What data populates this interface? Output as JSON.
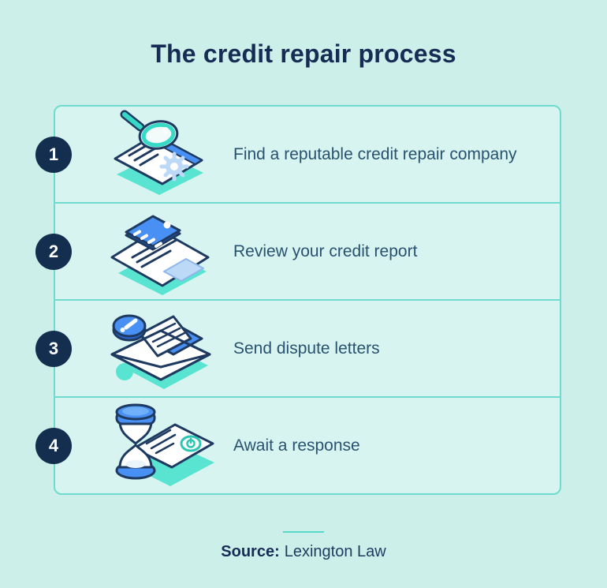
{
  "title": "The credit repair process",
  "steps": [
    {
      "number": "1",
      "label": "Find a reputable credit repair company",
      "icon": "magnifier-document-icon"
    },
    {
      "number": "2",
      "label": "Review your credit report",
      "icon": "credit-card-report-icon"
    },
    {
      "number": "3",
      "label": "Send dispute letters",
      "icon": "envelope-letter-icon"
    },
    {
      "number": "4",
      "label": "Await a response",
      "icon": "hourglass-document-icon"
    }
  ],
  "source": {
    "label": "Source:",
    "value": "Lexington Law"
  },
  "colors": {
    "background": "#cdefea",
    "panel_background": "#d7f4f0",
    "panel_border": "#6edbce",
    "title_navy": "#172c54",
    "step_text_navy": "#29526f",
    "badge_navy": "#132e4e",
    "icon_outline_navy": "#1e3a60",
    "accent_blue": "#4990f4",
    "accent_blue_dark": "#2a66cf",
    "accent_blue_light": "#bdd9f8",
    "accent_teal": "#35d9c6",
    "shadow_teal": "#59e4d1"
  }
}
